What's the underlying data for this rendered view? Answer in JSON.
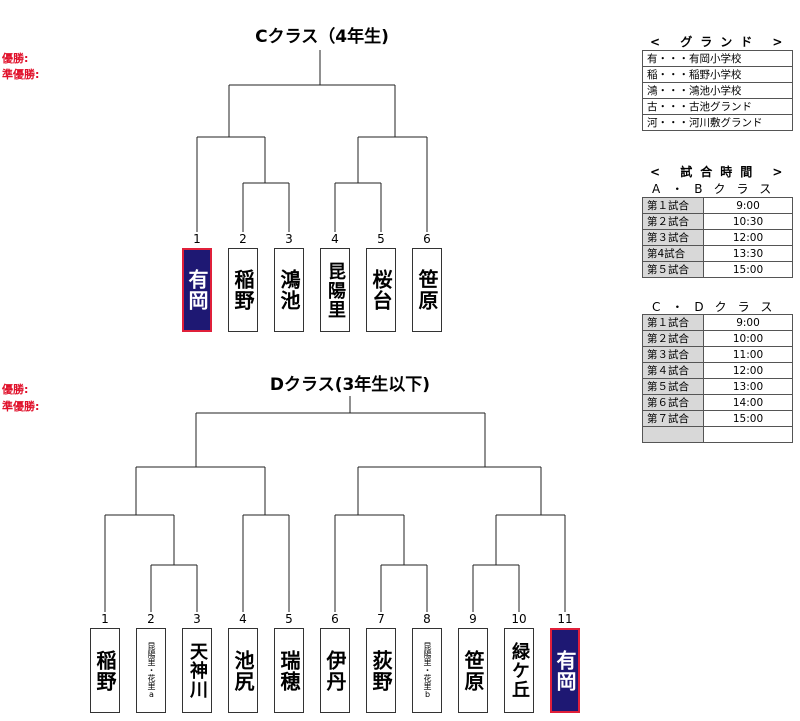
{
  "result_labels": {
    "winner": "優勝:",
    "runner_up": "準優勝:"
  },
  "c_class": {
    "title": "Cクラス（4年生)",
    "teams": [
      {
        "num": "1",
        "name": "有岡",
        "highlight": true
      },
      {
        "num": "2",
        "name": "稲野"
      },
      {
        "num": "3",
        "name": "鴻池"
      },
      {
        "num": "4",
        "name": "昆陽里"
      },
      {
        "num": "5",
        "name": "桜台"
      },
      {
        "num": "6",
        "name": "笹原"
      }
    ]
  },
  "d_class": {
    "title": "Dクラス(3年生以下)",
    "teams": [
      {
        "num": "1",
        "name": "稲野"
      },
      {
        "num": "2",
        "name": "昆陽里・花里a",
        "small": true
      },
      {
        "num": "3",
        "name": "天神川"
      },
      {
        "num": "4",
        "name": "池尻"
      },
      {
        "num": "5",
        "name": "瑞穂"
      },
      {
        "num": "6",
        "name": "伊丹"
      },
      {
        "num": "7",
        "name": "荻野"
      },
      {
        "num": "8",
        "name": "昆陽里・花里b",
        "small": true
      },
      {
        "num": "9",
        "name": "笹原"
      },
      {
        "num": "10",
        "name": "緑ケ丘"
      },
      {
        "num": "11",
        "name": "有岡",
        "highlight": true
      }
    ]
  },
  "ground": {
    "title": "< グランド >",
    "rows": [
      "有・・・有岡小学校",
      "稲・・・稲野小学校",
      "鴻・・・鴻池小学校",
      "古・・・古池グランド",
      "河・・・河川敷グランド"
    ]
  },
  "times": {
    "title": "< 試合時間 >",
    "ab": {
      "label": "A・Bクラス",
      "rows": [
        [
          "第１試合",
          "9:00"
        ],
        [
          "第２試合",
          "10:30"
        ],
        [
          "第３試合",
          "12:00"
        ],
        [
          "第4試合",
          "13:30"
        ],
        [
          "第５試合",
          "15:00"
        ]
      ]
    },
    "cd": {
      "label": "C・Dクラス",
      "rows": [
        [
          "第１試合",
          "9:00"
        ],
        [
          "第２試合",
          "10:00"
        ],
        [
          "第３試合",
          "11:00"
        ],
        [
          "第４試合",
          "12:00"
        ],
        [
          "第５試合",
          "13:00"
        ],
        [
          "第６試合",
          "14:00"
        ],
        [
          "第７試合",
          "15:00"
        ],
        [
          "",
          ""
        ]
      ]
    }
  },
  "colors": {
    "highlight_bg": "#1e1873",
    "highlight_border": "#e0203a",
    "label_red": "#e0102a"
  }
}
